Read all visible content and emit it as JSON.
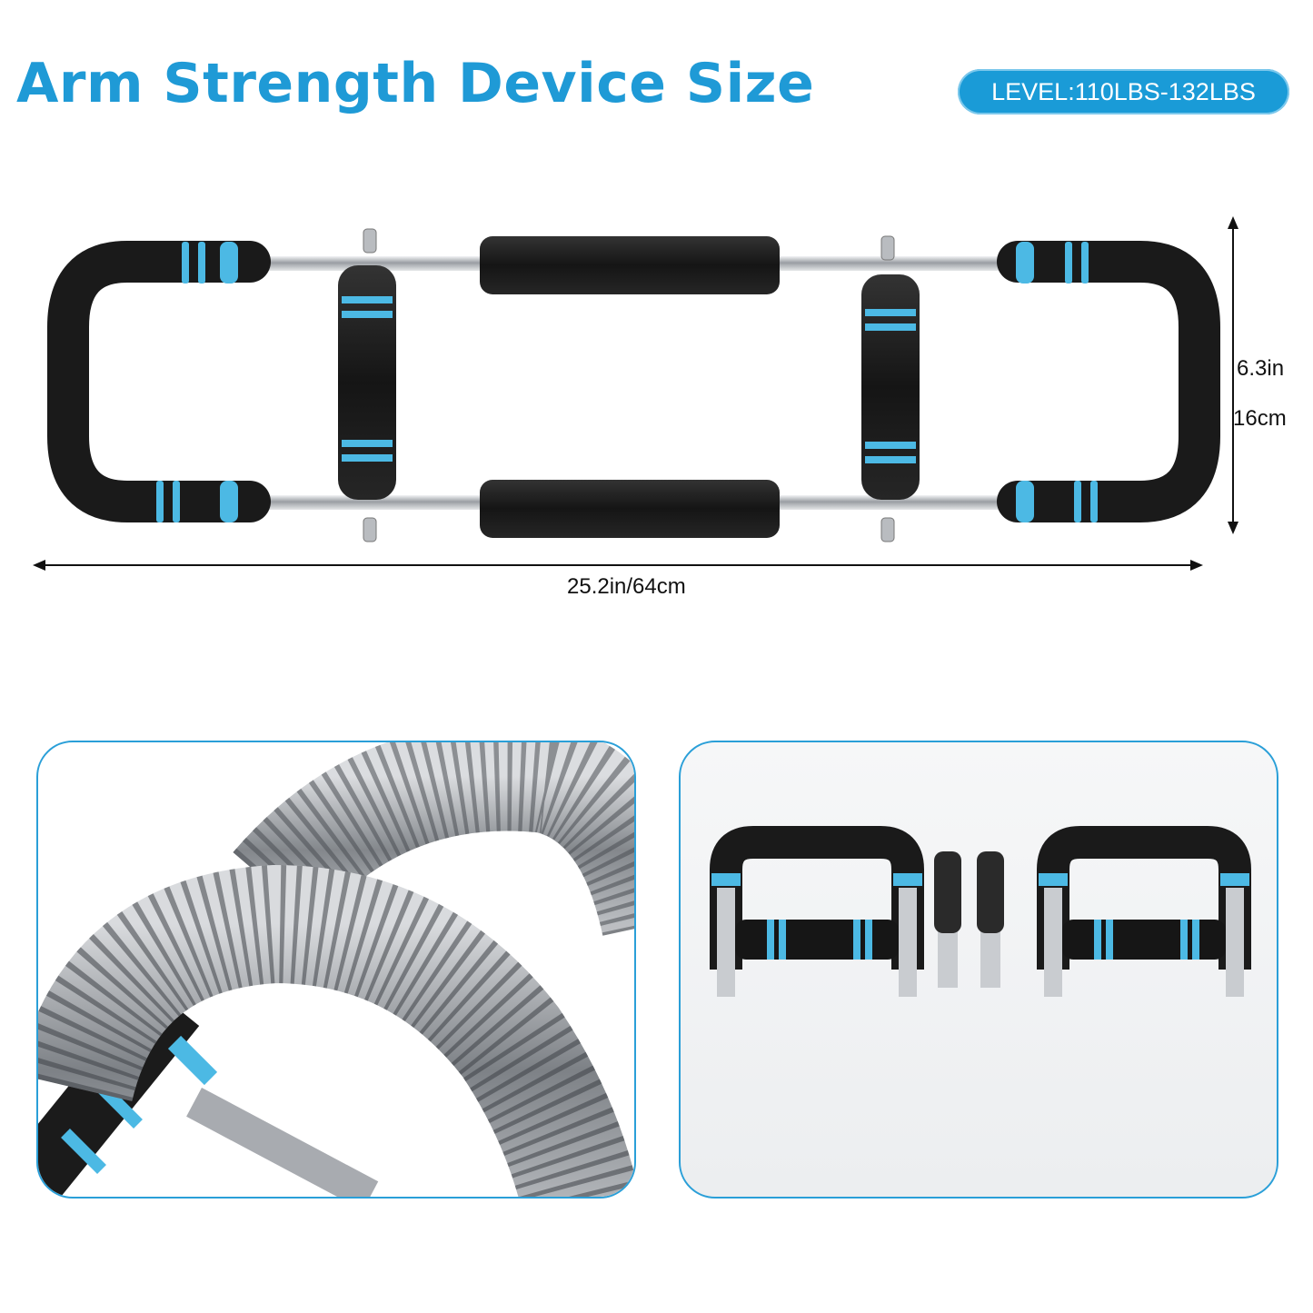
{
  "header": {
    "title": "Arm Strength Device Size",
    "level_badge": "LEVEL:110LBS-132LBS"
  },
  "dimensions": {
    "height_in": "6.3in",
    "height_cm": "16cm",
    "length": "25.2in/64cm"
  },
  "colors": {
    "accent": "#1f9ad6",
    "foam": "#1b1b1b",
    "ring": "#4cb9e4",
    "steel": "#c9ccd0"
  }
}
